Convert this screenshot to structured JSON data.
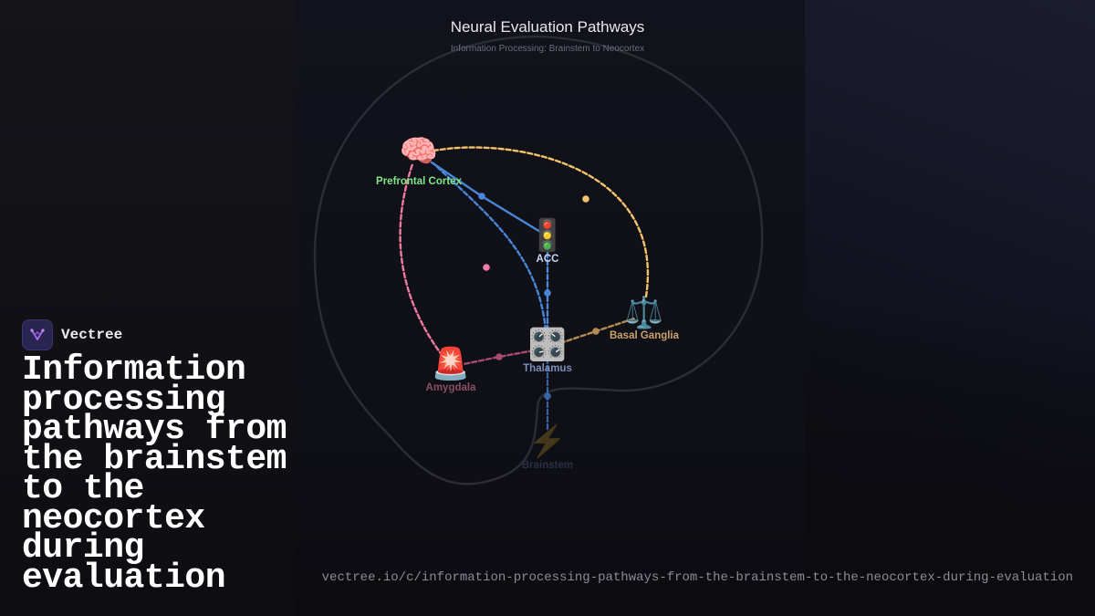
{
  "diagram": {
    "title": "Neural Evaluation Pathways",
    "subtitle": "Information Processing: Brainstem to Neocortex",
    "nodes": [
      {
        "id": "prefrontal",
        "label": "Prefrontal Cortex",
        "icon": "brain-icon",
        "glyph": "🧠",
        "color": "#7ee787"
      },
      {
        "id": "acc",
        "label": "ACC",
        "icon": "traffic-light-icon",
        "glyph": "🚦",
        "color": "#c9d7f5"
      },
      {
        "id": "basal",
        "label": "Basal Ganglia",
        "icon": "scales-icon",
        "glyph": "⚖️",
        "color": "#c9a06a"
      },
      {
        "id": "thalamus",
        "label": "Thalamus",
        "icon": "control-knobs-icon",
        "glyph": "🎛️",
        "color": "#7b8fb8"
      },
      {
        "id": "amygdala",
        "label": "Amygdala",
        "icon": "siren-icon",
        "glyph": "🚨",
        "color": "#8a4f63"
      },
      {
        "id": "brainstem",
        "label": "Brainstem",
        "icon": "lightning-icon",
        "glyph": "⚡",
        "color": "#2a2f45"
      }
    ],
    "pathways": [
      {
        "from": "brainstem",
        "to": "thalamus",
        "color": "#3a64a8"
      },
      {
        "from": "thalamus",
        "to": "acc",
        "color": "#4a86d8"
      },
      {
        "from": "acc",
        "to": "prefrontal",
        "color": "#4a86d8"
      },
      {
        "from": "thalamus",
        "to": "prefrontal",
        "color": "#4a86d8"
      },
      {
        "from": "thalamus",
        "to": "amygdala",
        "color": "#a64d6e"
      },
      {
        "from": "amygdala",
        "to": "prefrontal",
        "color": "#f07aa0"
      },
      {
        "from": "thalamus",
        "to": "basal",
        "color": "#b58a55"
      },
      {
        "from": "basal",
        "to": "prefrontal",
        "color": "#f5c26b"
      }
    ]
  },
  "brand": {
    "name": "Vectree"
  },
  "headline": "Information processing pathways from the brainstem to the neocortex during evaluation",
  "url": "vectree.io/c/information-processing-pathways-from-the-brainstem-to-the-neocortex-during-evaluation"
}
